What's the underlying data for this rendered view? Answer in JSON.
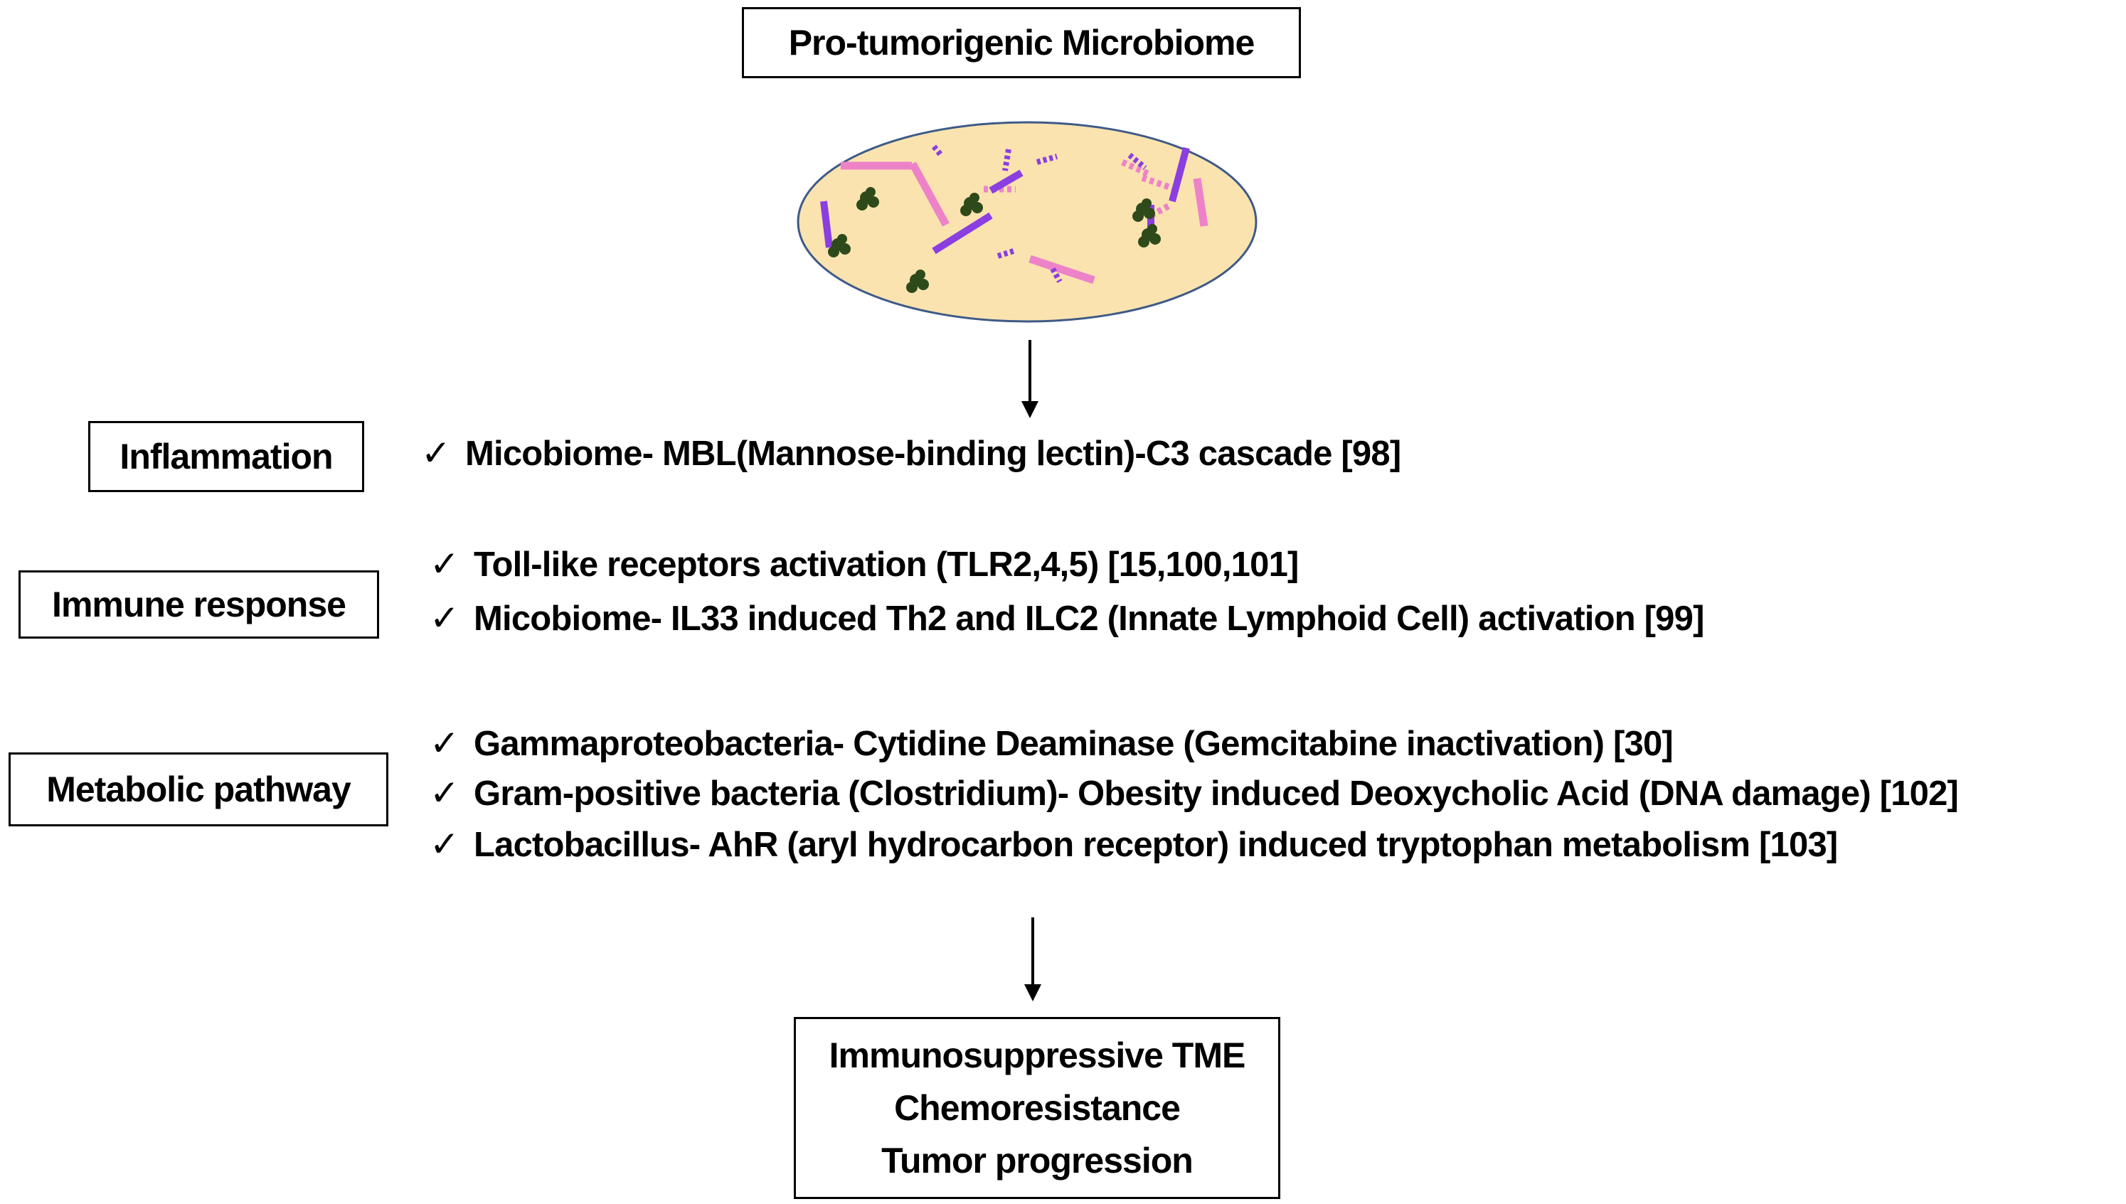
{
  "title": "Pro-tumorigenic Microbiome",
  "categories": [
    {
      "label": "Inflammation",
      "items": [
        "Micobiome- MBL(Mannose-binding lectin)-C3 cascade [98]"
      ]
    },
    {
      "label": "Immune response",
      "items": [
        "Toll-like receptors activation (TLR2,4,5) [15,100,101]",
        "Micobiome- IL33 induced Th2 and ILC2 (Innate Lymphoid Cell) activation [99]"
      ]
    },
    {
      "label": "Metabolic pathway",
      "items": [
        "Gammaproteobacteria- Cytidine Deaminase (Gemcitabine inactivation) [30]",
        "Gram-positive bacteria (Clostridium)- Obesity induced Deoxycholic Acid (DNA damage) [102]",
        "Lactobacillus- AhR (aryl hydrocarbon receptor) induced tryptophan metabolism [103]"
      ]
    }
  ],
  "outcomes": [
    "Immunosuppressive TME",
    "Chemoresistance",
    "Tumor progression"
  ],
  "check_symbol": "✓",
  "colors": {
    "dish_fill": "#fbe3b0",
    "dish_stroke": "#3e5a87",
    "rod_pink": "#ee82c8",
    "rod_purple": "#8a3fe0",
    "cocci_green": "#2f4a1a"
  }
}
